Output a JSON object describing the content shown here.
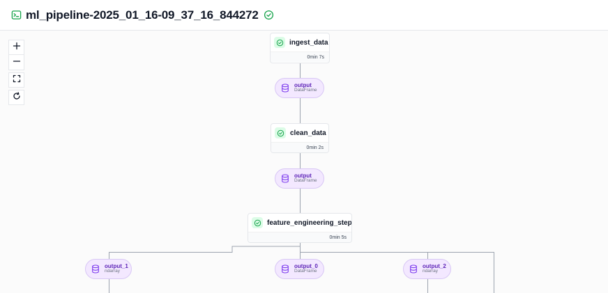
{
  "header": {
    "run_name": "ml_pipeline-2025_01_16-09_37_16_844272",
    "run_icon": "terminal-icon",
    "status_icon": "check-circle-icon",
    "status_color": "#16a34a"
  },
  "controls": {
    "zoom_in_icon": "plus-icon",
    "zoom_out_icon": "minus-icon",
    "fit_view_icon": "fit-view-icon",
    "reset_icon": "refresh-icon"
  },
  "colors": {
    "step_border": "#e5e7eb",
    "artifact_bg": "#f3e8ff",
    "artifact_text": "#5b21b6",
    "edge": "#9ca3af",
    "success": "#16a34a"
  },
  "steps": {
    "ingest": {
      "name": "ingest_data",
      "duration": "0min 7s",
      "status": "completed"
    },
    "clean": {
      "name": "clean_data",
      "duration": "0min 2s",
      "status": "completed"
    },
    "feature": {
      "name": "feature_engineering_step",
      "duration": "0min 5s",
      "status": "completed"
    }
  },
  "artifacts": {
    "ingest_output": {
      "name": "output",
      "type": "DataFrame"
    },
    "clean_output": {
      "name": "output",
      "type": "DataFrame"
    },
    "output_1": {
      "name": "output_1",
      "type": "ndarray"
    },
    "output_0": {
      "name": "output_0",
      "type": "DataFrame"
    },
    "output_2": {
      "name": "output_2",
      "type": "ndarray"
    }
  }
}
